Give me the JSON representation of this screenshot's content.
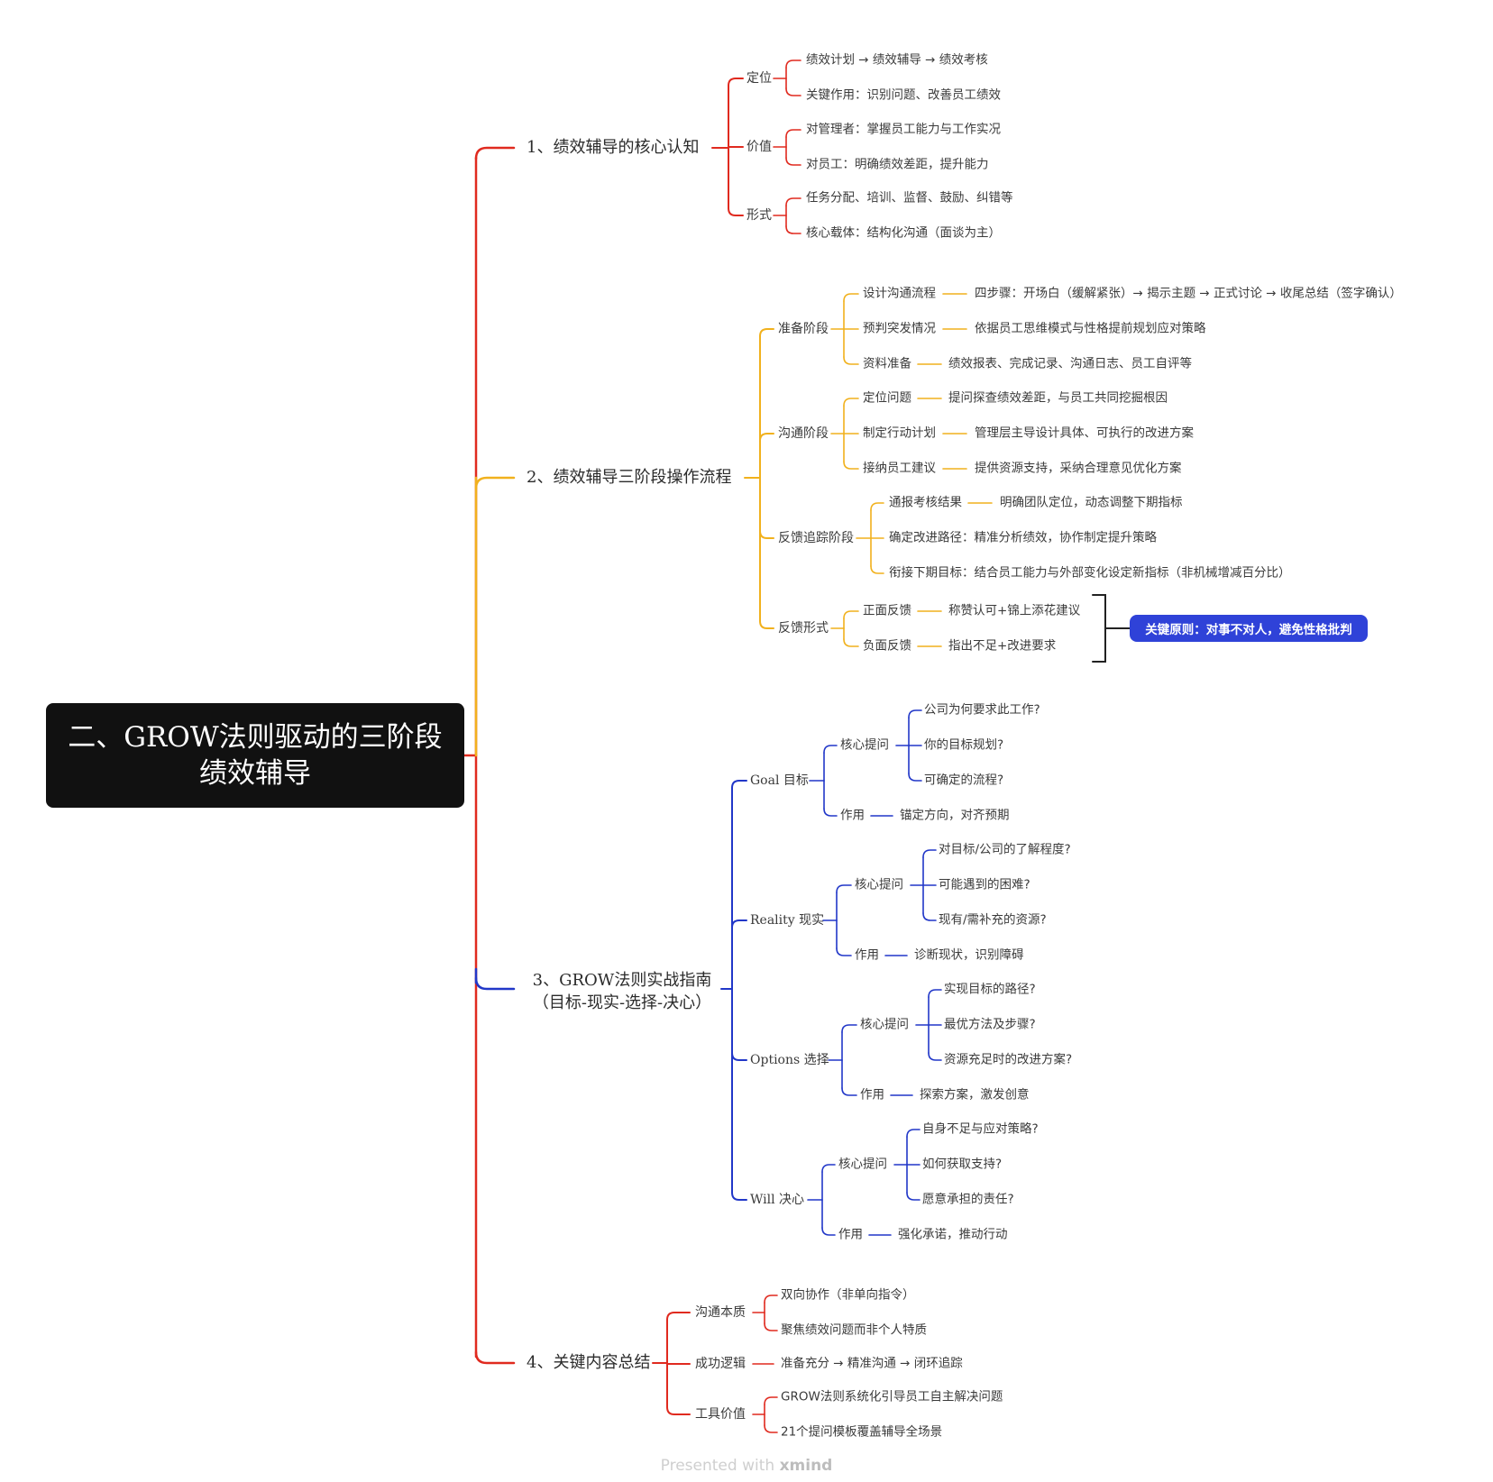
{
  "root": {
    "title": "二、GROW法则驱动的三阶段\n绩效辅导"
  },
  "colors": {
    "red": "#e02a1f",
    "yellow": "#f1b11d",
    "blue": "#2137c8",
    "pill": "#2f42d8"
  },
  "footer": {
    "prefix": "Presented with ",
    "brand": "xmind"
  },
  "branch1": {
    "label": "1、绩效辅导的核心认知",
    "dingwei": {
      "label": "定位",
      "items": [
        "绩效计划 → 绩效辅导 → 绩效考核",
        "关键作用：识别问题、改善员工绩效"
      ]
    },
    "jiazhi": {
      "label": "价值",
      "items": [
        "对管理者：掌握员工能力与工作实况",
        "对员工：明确绩效差距，提升能力"
      ]
    },
    "xingshi": {
      "label": "形式",
      "items": [
        "任务分配、培训、监督、鼓励、纠错等",
        "核心载体：结构化沟通（面谈为主）"
      ]
    }
  },
  "branch2": {
    "label": "2、绩效辅导三阶段操作流程",
    "prep": {
      "label": "准备阶段",
      "items": [
        {
          "label": "设计沟通流程",
          "detail": "四步骤：开场白（缓解紧张）→ 揭示主题 → 正式讨论 → 收尾总结（签字确认）"
        },
        {
          "label": "预判突发情况",
          "detail": "依据员工思维模式与性格提前规划应对策略"
        },
        {
          "label": "资料准备",
          "detail": "绩效报表、完成记录、沟通日志、员工自评等"
        }
      ]
    },
    "comm": {
      "label": "沟通阶段",
      "items": [
        {
          "label": "定位问题",
          "detail": "提问探查绩效差距，与员工共同挖掘根因"
        },
        {
          "label": "制定行动计划",
          "detail": "管理层主导设计具体、可执行的改进方案"
        },
        {
          "label": "接纳员工建议",
          "detail": "提供资源支持，采纳合理意见优化方案"
        }
      ]
    },
    "track": {
      "label": "反馈追踪阶段",
      "items": [
        {
          "label": "通报考核结果",
          "detail": "明确团队定位，动态调整下期指标"
        },
        {
          "label": "确定改进路径：精准分析绩效，协作制定提升策略"
        },
        {
          "label": "衔接下期目标：结合员工能力与外部变化设定新指标（非机械增减百分比）"
        }
      ]
    },
    "form": {
      "label": "反馈形式",
      "items": [
        {
          "label": "正面反馈",
          "detail": "称赞认可+锦上添花建议"
        },
        {
          "label": "负面反馈",
          "detail": "指出不足+改进要求"
        }
      ],
      "summary": "关键原则：对事不对人，避免性格批判"
    }
  },
  "branch3": {
    "label": "3、GROW法则实战指南",
    "label2": "（目标-现实-选择-决心）",
    "goal": {
      "en": "Goal",
      "zh": "目标",
      "ask": "核心提问",
      "questions": [
        "公司为何要求此工作?",
        "你的目标规划?",
        "可确定的流程?"
      ],
      "role": "作用",
      "roleText": "锚定方向，对齐预期"
    },
    "reality": {
      "en": "Reality",
      "zh": "现实",
      "ask": "核心提问",
      "questions": [
        "对目标/公司的了解程度?",
        "可能遇到的困难?",
        "现有/需补充的资源?"
      ],
      "role": "作用",
      "roleText": "诊断现状，识别障碍"
    },
    "options": {
      "en": "Options",
      "zh": "选择",
      "ask": "核心提问",
      "questions": [
        "实现目标的路径?",
        "最优方法及步骤?",
        "资源充足时的改进方案?"
      ],
      "role": "作用",
      "roleText": "探索方案，激发创意"
    },
    "will": {
      "en": "Will",
      "zh": "决心",
      "ask": "核心提问",
      "questions": [
        "自身不足与应对策略?",
        "如何获取支持?",
        "愿意承担的责任?"
      ],
      "role": "作用",
      "roleText": "强化承诺，推动行动"
    }
  },
  "branch4": {
    "label": "4、关键内容总结",
    "essence": {
      "label": "沟通本质",
      "items": [
        "双向协作（非单向指令）",
        "聚焦绩效问题而非个人特质"
      ]
    },
    "logic": {
      "label": "成功逻辑",
      "detail": "准备充分 → 精准沟通 → 闭环追踪"
    },
    "tool": {
      "label": "工具价值",
      "items": [
        "GROW法则系统化引导员工自主解决问题",
        "21个提问模板覆盖辅导全场景"
      ]
    }
  }
}
